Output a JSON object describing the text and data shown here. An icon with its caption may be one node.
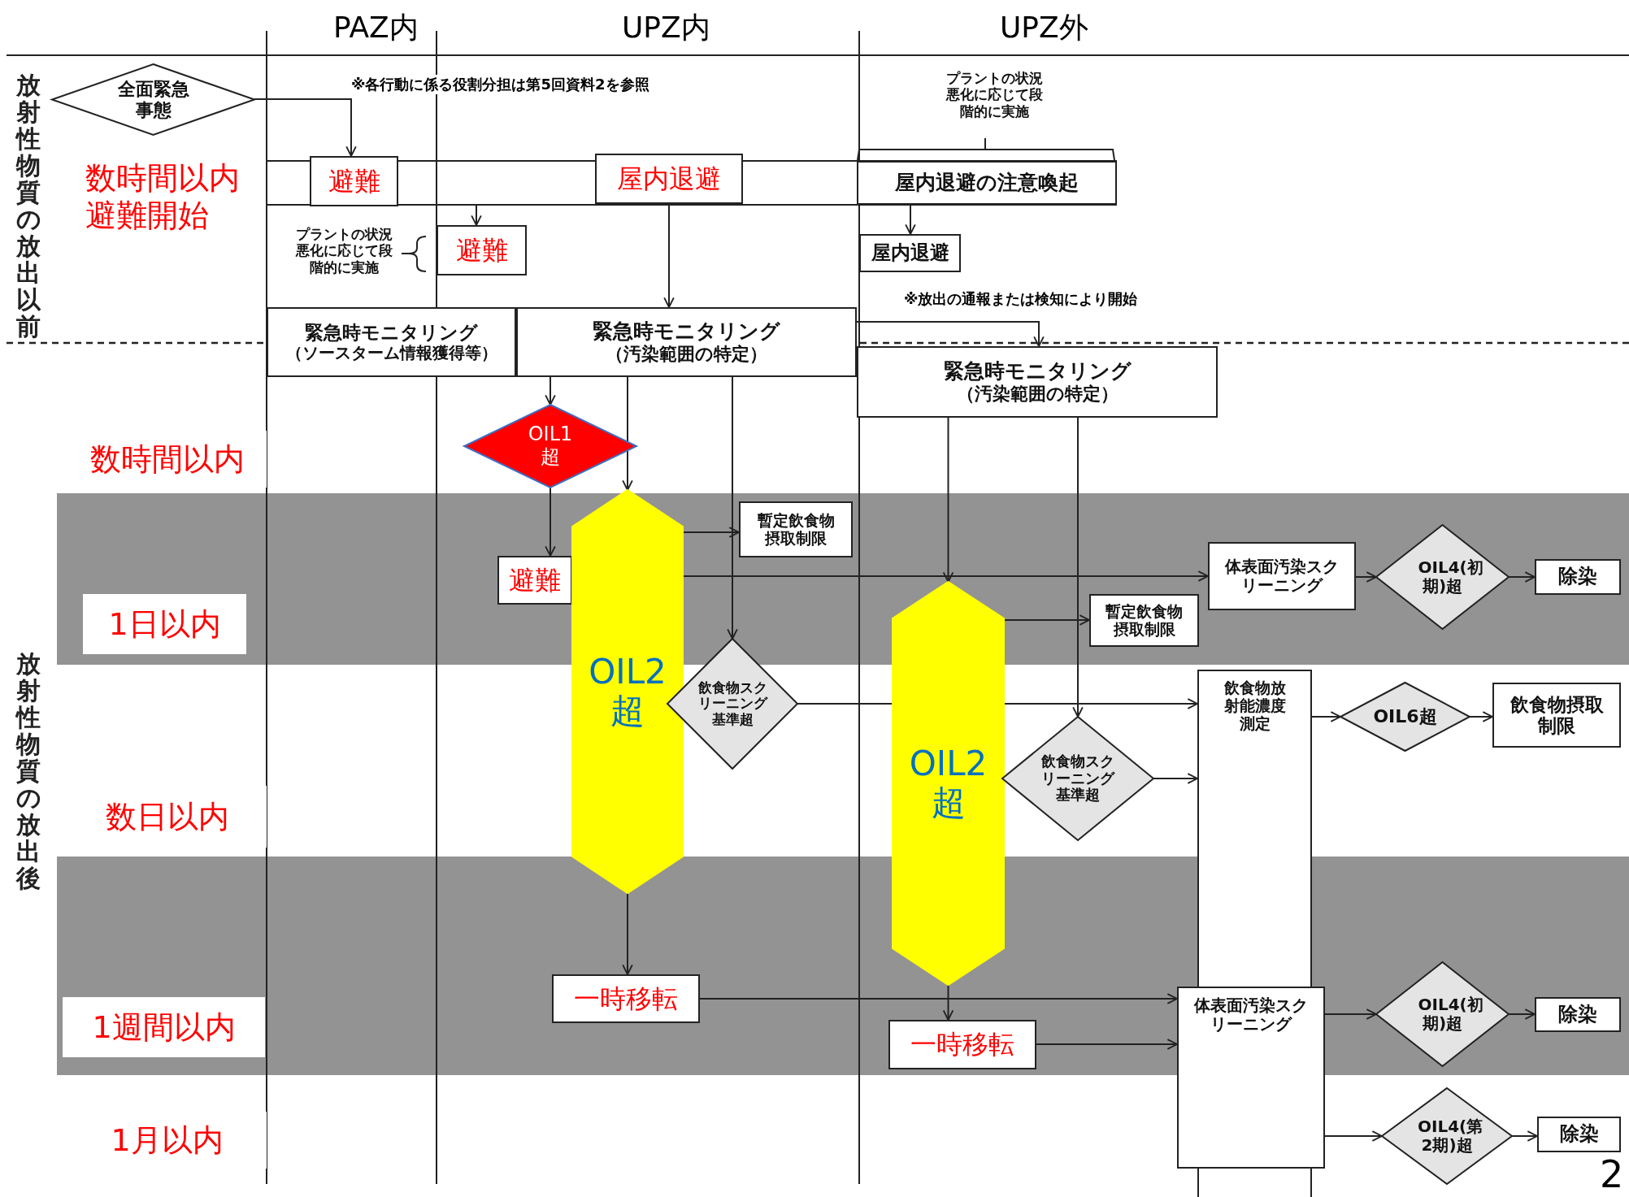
{
  "diagram": {
    "nodes": [
      {
        "text": [
          "全面緊急事態"
        ]
      },
      {
        "text": [
          "避難"
        ]
      },
      {
        "text": [
          "屋内退避"
        ]
      },
      {
        "text": [
          "屋内退避の注意喚起"
        ]
      },
      {
        "text": [
          "避難"
        ]
      },
      {
        "text": [
          "屋内退避"
        ]
      },
      {
        "text": [
          "緊急時モニタリング",
          "（ソースターム情報獲得等）"
        ]
      },
      {
        "text": [
          "緊急時モニタリング",
          "（汚染範囲の特定）"
        ]
      },
      {
        "text": [
          "緊急時モニタリング",
          "（汚染範囲の特定）"
        ]
      },
      {
        "text": [
          "OIL1超"
        ]
      },
      {
        "text": [
          "避難"
        ]
      },
      {
        "text": [
          "OIL2超"
        ]
      },
      {
        "text": [
          "暫定飲食物摂取制限"
        ]
      },
      {
        "text": [
          "飲食物スクリーニング基準超"
        ]
      },
      {
        "text": [
          "一時移転"
        ]
      },
      {
        "text": [
          "OIL2超"
        ]
      },
      {
        "text": [
          "暫定飲食物摂取制限"
        ]
      },
      {
        "text": [
          "飲食物スクリーニング基準超"
        ]
      },
      {
        "text": [
          "一時移転"
        ]
      },
      {
        "text": [
          "体表面汚染スクリーニング"
        ]
      },
      {
        "text": [
          "OIL4(初期)超"
        ]
      },
      {
        "text": [
          "除染"
        ]
      },
      {
        "text": [
          "飲食物放射能濃度測定"
        ]
      },
      {
        "text": [
          "OIL6超"
        ]
      },
      {
        "text": [
          "飲食物摂取制限"
        ]
      },
      {
        "text": [
          "体表面汚染スクリーニング"
        ]
      },
      {
        "text": [
          "OIL4(初期)超"
        ]
      },
      {
        "text": [
          "除染"
        ]
      },
      {
        "text": [
          "OIL4(第2期)超"
        ]
      },
      {
        "text": [
          "除染"
        ]
      }
    ],
    "edges": [
      {
        "from": 0,
        "to": 1,
        "arrow": "to"
      },
      {
        "from": null,
        "to": 4,
        "arrow": "to"
      },
      {
        "from": 2,
        "to": 7,
        "arrow": "to"
      },
      {
        "from": 3,
        "to": 5,
        "arrow": "to"
      },
      {
        "from": 7,
        "to": 8,
        "arrow": "to"
      },
      {
        "from": 7,
        "to": 9,
        "arrow": "to"
      },
      {
        "from": 9,
        "to": 10,
        "arrow": "to"
      },
      {
        "from": 7,
        "to": 11,
        "arrow": "to"
      },
      {
        "from": 7,
        "to": 13,
        "arrow": "to"
      },
      {
        "from": 11,
        "to": 12,
        "arrow": "to"
      },
      {
        "from": 11,
        "to": 19,
        "arrow": "to"
      },
      {
        "from": 13,
        "to": 15,
        "arrow": "none"
      },
      {
        "from": 8,
        "to": 15,
        "arrow": "to"
      },
      {
        "from": 8,
        "to": 17,
        "arrow": "to"
      },
      {
        "from": 15,
        "to": 16,
        "arrow": "to"
      },
      {
        "from": 15,
        "to": 22,
        "arrow": "to"
      },
      {
        "from": 17,
        "to": 22,
        "arrow": "to"
      },
      {
        "from": 19,
        "to": 20,
        "arrow": "to"
      },
      {
        "from": 20,
        "to": 21,
        "arrow": "to"
      },
      {
        "from": 22,
        "to": 23,
        "arrow": "to"
      },
      {
        "from": 23,
        "to": 24,
        "arrow": "to"
      },
      {
        "from": 11,
        "to": 14,
        "arrow": "to"
      },
      {
        "from": 14,
        "to": 25,
        "arrow": "to"
      },
      {
        "from": 15,
        "to": 18,
        "arrow": "to"
      },
      {
        "from": 18,
        "to": 25,
        "arrow": "to"
      },
      {
        "from": 25,
        "to": 26,
        "arrow": "to"
      },
      {
        "from": 26,
        "to": 27,
        "arrow": "to"
      },
      {
        "from": 25,
        "to": 28,
        "arrow": "to"
      },
      {
        "from": 28,
        "to": 29,
        "arrow": "to"
      }
    ],
    "labels": [
      "PAZ内",
      "UPZ内",
      "UPZ外",
      "プラントの状況悪化に応じて段階的に実施",
      "放射性物質の放出以前",
      "※各行動に係る役割分担は第5回資料2を参照",
      "数時間以内避難開始",
      "プラントの状況悪化に応じて段階的に実施",
      "※放出の通報または検知により開始",
      "数時間以内",
      "1日以内",
      "放射性物質の放出後",
      "数日以内",
      "1週間以内",
      "1月以内",
      "2"
    ]
  }
}
